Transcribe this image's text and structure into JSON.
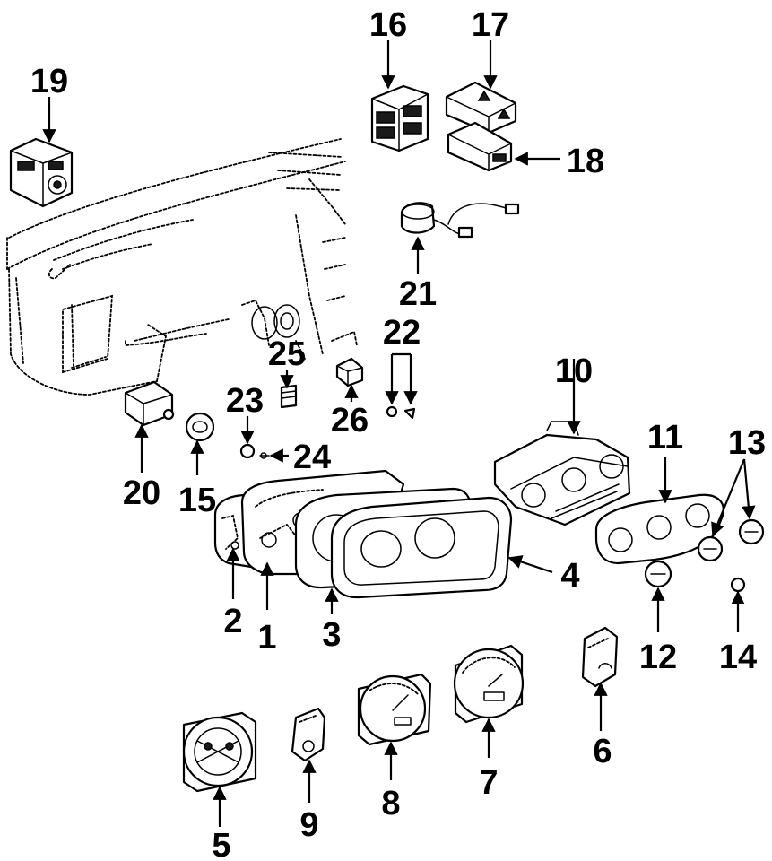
{
  "callouts": {
    "c1": "1",
    "c2": "2",
    "c3": "3",
    "c4": "4",
    "c5": "5",
    "c6": "6",
    "c7": "7",
    "c8": "8",
    "c9": "9",
    "c10": "10",
    "c11": "11",
    "c12": "12",
    "c13": "13",
    "c14": "14",
    "c15": "15",
    "c16": "16",
    "c17": "17",
    "c18": "18",
    "c19": "19",
    "c20": "20",
    "c21": "21",
    "c22": "22",
    "c23": "23",
    "c24": "24",
    "c25": "25",
    "c26": "26"
  },
  "style": {
    "line_color": "#000000",
    "background": "#ffffff"
  }
}
